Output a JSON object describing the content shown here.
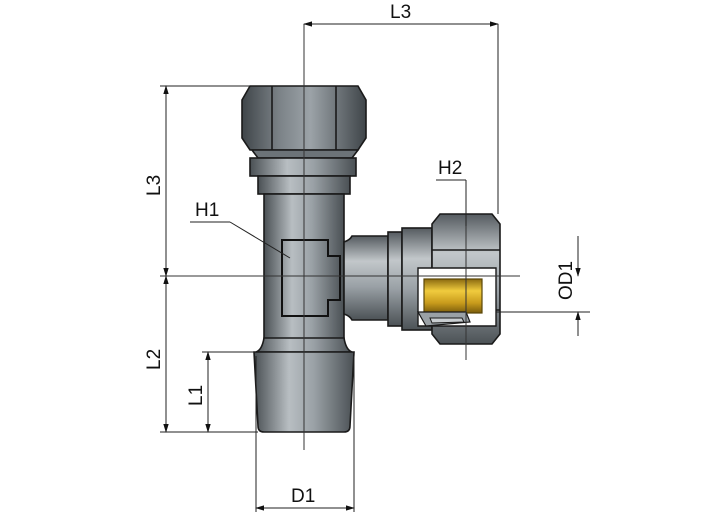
{
  "diagram": {
    "labels": {
      "l3_top": "L3",
      "l3_left": "L3",
      "l2": "L2",
      "l1": "L1",
      "d1": "D1",
      "h1": "H1",
      "h2": "H2",
      "od1": "OD1"
    },
    "colors": {
      "steel_dark": "#4a5054",
      "steel_mid": "#8b9297",
      "steel_light": "#c9ced1",
      "brass": "#d8b02a",
      "brass_dark": "#8a6a10",
      "line": "#1a1a1a"
    }
  }
}
